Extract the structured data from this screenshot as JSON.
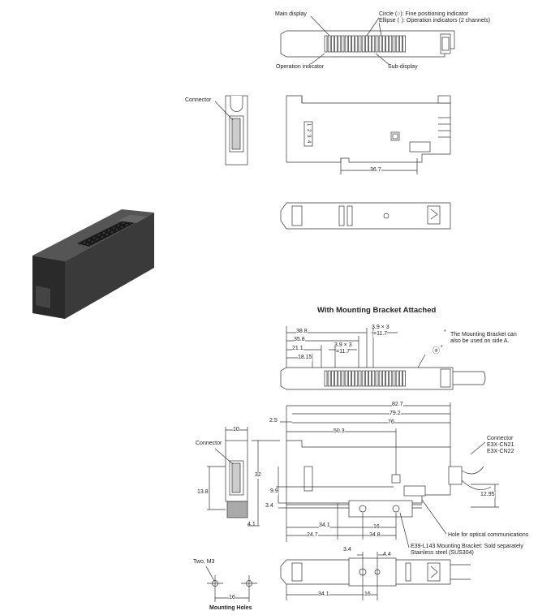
{
  "top_labels": {
    "main_display": "Main display",
    "circle_indicator": "Circle (○): Fine positioning indicator",
    "ellipse_indicator": "Ellipse (  ): Operation indicators (2 channels)",
    "operation_indicator": "Operation indicator",
    "sub_display": "Sub-display",
    "connector": "Connector"
  },
  "dims_top": {
    "d36_7": "36.7"
  },
  "heading": "With Mounting Bracket Attached",
  "bracket_dims": {
    "d38_8": "38.8",
    "d35_8": "35.8",
    "d21_1": "21.1",
    "d18_15": "18.15",
    "d3_9x3_a": "3.9 × 3",
    "d11_7_a": "=11.7",
    "d3_9x3_b": "3.9 × 3",
    "d11_7_b": "=11.7"
  },
  "note_star": "*",
  "note_text_1": "The Mounting Bracket can",
  "note_text_2": "also be used on side A.",
  "note_a": "ⓐ",
  "side_dims": {
    "d82_7": "82.7",
    "d79_2": "79.2",
    "d76": "76",
    "d50_3": "50.3",
    "d2_5": "2.5",
    "d10": "10",
    "d32": "32",
    "d13_8": "13.8",
    "d9_9": "9.9",
    "d3_4": "3.4",
    "d4_1": "4.1",
    "d16": "16",
    "d34_1": "34.1",
    "d24_7": "24.7",
    "d34_8": "34.8",
    "d12_95": "12.95"
  },
  "connector_label": "Connector",
  "connector_models_1": "E3X-CN21",
  "connector_models_2": "E3X-CN22",
  "hole_optical": "Hole for optical communications",
  "bracket_desc_1": "E39-L143 Mounting Bracket: Sold separately",
  "bracket_desc_2": "Stainless steel (SUS304)",
  "bottom_dims": {
    "d3_4": "3.4",
    "d4_4": "4.4",
    "d34_1": "34.1",
    "d16": "16"
  },
  "mounting": {
    "two_m3": "Two, M3",
    "d16": "16",
    "title": "Mounting Holes"
  },
  "term_digits": [
    "1",
    "2",
    "3",
    "4"
  ]
}
